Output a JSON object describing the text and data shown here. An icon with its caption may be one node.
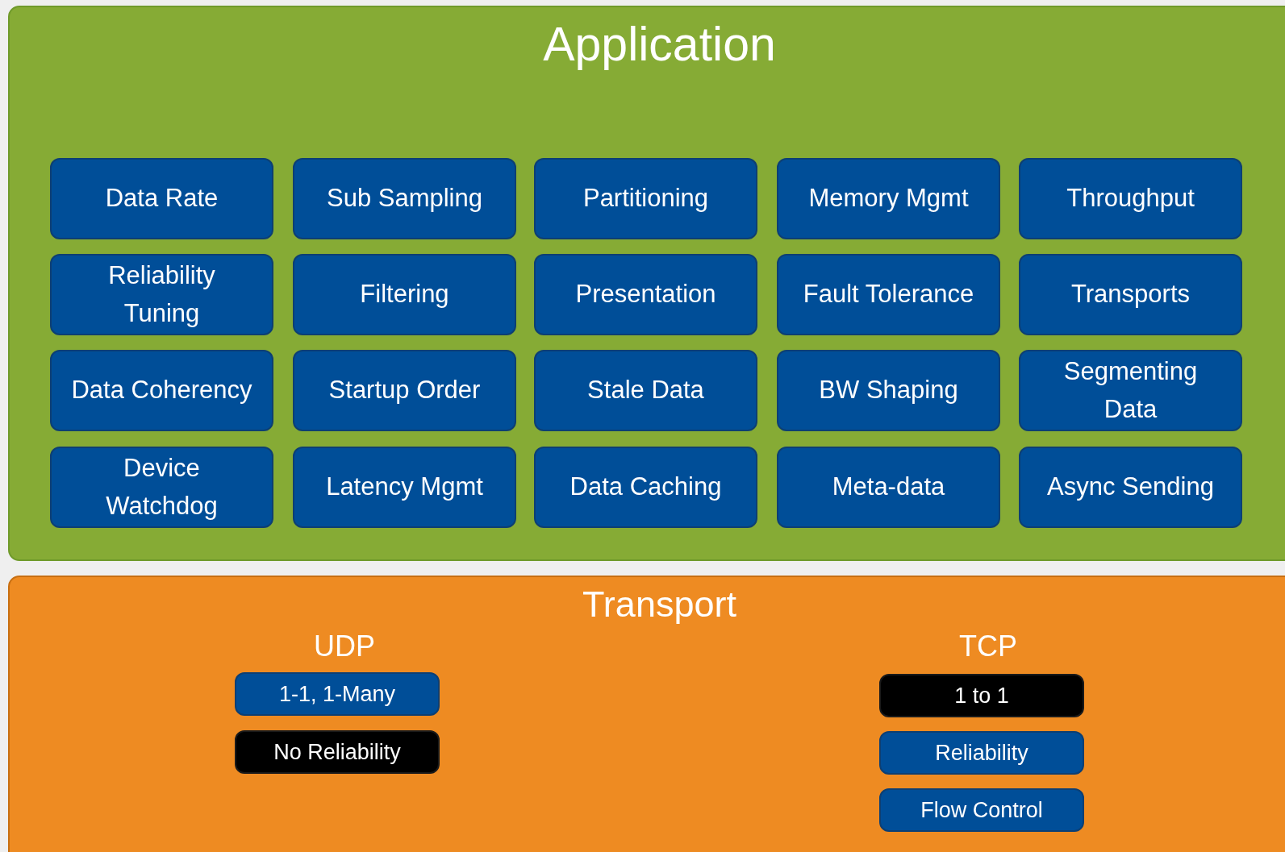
{
  "diagram": {
    "nodes": [
      {
        "text": [
          "Application"
        ]
      },
      {
        "text": [
          "Data Rate"
        ],
        "in": 0
      },
      {
        "text": [
          "Sub Sampling"
        ],
        "in": 0
      },
      {
        "text": [
          "Partitioning"
        ],
        "in": 0
      },
      {
        "text": [
          "Memory Mgmt"
        ],
        "in": 0
      },
      {
        "text": [
          "Throughput"
        ],
        "in": 0
      },
      {
        "text": [
          "Reliability Tuning"
        ],
        "in": 0
      },
      {
        "text": [
          "Filtering"
        ],
        "in": 0
      },
      {
        "text": [
          "Presentation"
        ],
        "in": 0
      },
      {
        "text": [
          "Fault Tolerance"
        ],
        "in": 0
      },
      {
        "text": [
          "Transports"
        ],
        "in": 0
      },
      {
        "text": [
          "Data Coherency"
        ],
        "in": 0
      },
      {
        "text": [
          "Startup Order"
        ],
        "in": 0
      },
      {
        "text": [
          "Stale Data"
        ],
        "in": 0
      },
      {
        "text": [
          "BW Shaping"
        ],
        "in": 0
      },
      {
        "text": [
          "Segmenting Data"
        ],
        "in": 0
      },
      {
        "text": [
          "Device Watchdog"
        ],
        "in": 0
      },
      {
        "text": [
          "Latency Mgmt"
        ],
        "in": 0
      },
      {
        "text": [
          "Data Caching"
        ],
        "in": 0
      },
      {
        "text": [
          "Meta-data"
        ],
        "in": 0
      },
      {
        "text": [
          "Async Sending"
        ],
        "in": 0
      },
      {
        "text": [
          "Transport"
        ]
      },
      {
        "text": [
          "1-1, 1-Many"
        ],
        "in": 21
      },
      {
        "text": [
          "No Reliability"
        ],
        "in": 21
      },
      {
        "text": [
          "1 to 1"
        ],
        "in": 21
      },
      {
        "text": [
          "Reliability"
        ],
        "in": 21
      },
      {
        "text": [
          "Flow Control"
        ],
        "in": 21
      }
    ],
    "edges": [],
    "labels": [
      "UDP",
      "TCP"
    ]
  }
}
